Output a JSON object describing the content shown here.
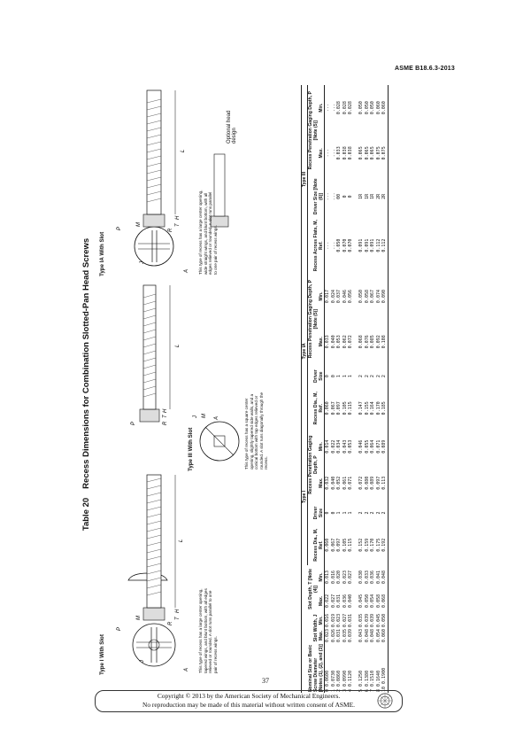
{
  "header": {
    "standard": "ASME B18.6.3-2013"
  },
  "title": {
    "number": "Table 20",
    "text": "Recess Dimensions for Combination Slotted-Pan Head Screws"
  },
  "figures": {
    "type1": {
      "caption": "Type I With Slot",
      "note": "This type of recess has a large center opening, tapered wings, and blunt bottom, with all edges relieved or rounded. A slot runs parallel to one pair of recess wings.",
      "labels": {
        "P": "P",
        "M": "M",
        "A": "A",
        "R": "R",
        "T": "T",
        "H": "H",
        "L": "L",
        "J": "J"
      }
    },
    "type3": {
      "caption": "Type III With Slot",
      "note": "This type of recess has a square center opening, slightly tapered side walls, and a conical bottom with top edges relieved or rounded. A slot runs diagonally through the recess.",
      "labels": {
        "P": "P",
        "M": "M",
        "A": "A",
        "R": "R",
        "T": "T",
        "H": "H",
        "L": "L",
        "J": "J"
      }
    },
    "type1a": {
      "caption": "Type IA With Slot",
      "note": "This type of recess has a large center opening, wide straight wings, and blunt bottom, with all edges relieved or rounded. A slot runs parallel to one pair of recess wings.",
      "optional": "Optional head design",
      "labels": {
        "P": "P",
        "M": "M",
        "A": "A",
        "R": "R",
        "T": "T",
        "H": "H",
        "L": "L",
        "J": "J"
      }
    }
  },
  "table": {
    "group_headers": {
      "type1": "Type I",
      "type1a": "Type IA",
      "type3": "Type III"
    },
    "headers": {
      "nominal": "Nominal Size or Basic Screw Diameter [Notes (1), (2), and (3)]",
      "slot_width": "Slot Width, J",
      "slot_depth": "Slot Depth, T [Note (4)]",
      "recess_dia": "Recess Dia., M, Ref.",
      "driver_size": "Driver Size",
      "recess_pen": "Recess Penetration Gaging Depth, P",
      "recess_pen_1a": "Recess Penetration Gaging Depth, P [Note (5)]",
      "across_flats": "Recess Across Flats, M, Ref.",
      "driver_size_note": "Driver Size [Note (6)]",
      "recess_pen_3": "Recess Penetration Gaging Depth, P [Note (5)]",
      "max": "Max.",
      "min": "Min."
    },
    "rows": [
      [
        "0  0.0600",
        "0.023",
        "0.016",
        "0.022",
        "0.013",
        "0.060",
        "0",
        "0.032",
        "0.014",
        "0.060",
        "0",
        "0.033",
        "0.017",
        "...",
        "...",
        "...",
        "..."
      ],
      [
        "1  0.0730",
        "0.026",
        "0.019",
        "0.027",
        "0.016",
        "0.067",
        "0",
        "0.040",
        "0.022",
        "0.067",
        "0",
        "0.040",
        "0.024",
        "...",
        "...",
        "...",
        "..."
      ],
      [
        "2  0.0860",
        "0.031",
        "0.023",
        "0.031",
        "0.020",
        "0.097",
        "1",
        "0.052",
        "0.034",
        "0.097",
        "1",
        "0.053",
        "0.037",
        "0.050",
        "00",
        "0.033",
        "0.028"
      ],
      [
        "3  0.0990",
        "0.035",
        "0.027",
        "0.036",
        "0.023",
        "0.105",
        "1",
        "0.061",
        "0.043",
        "0.105",
        "1",
        "0.062",
        "0.046",
        "0.070",
        "0",
        "0.038",
        "0.028"
      ],
      [
        "4  0.1120",
        "0.039",
        "0.031",
        "0.040",
        "0.027",
        "0.115",
        "1",
        "0.071",
        "0.053",
        "0.115",
        "1",
        "0.072",
        "0.056",
        "0.070",
        "0",
        "0.038",
        "0.028"
      ],
      [
        "5  0.1250",
        "0.043",
        "0.035",
        "0.045",
        "0.030",
        "0.152",
        "2",
        "0.072",
        "0.046",
        "0.147",
        "2",
        "0.068",
        "0.050",
        "0.091",
        "1R",
        "0.065",
        "0.050"
      ],
      [
        "6  0.1380",
        "0.048",
        "0.039",
        "0.050",
        "0.033",
        "0.159",
        "2",
        "0.080",
        "0.055",
        "0.155",
        "2",
        "0.076",
        "0.058",
        "0.091",
        "1R",
        "0.065",
        "0.050"
      ],
      [
        "7  0.1510",
        "0.048",
        "0.039",
        "0.054",
        "0.036",
        "0.170",
        "2",
        "0.089",
        "0.064",
        "0.164",
        "2",
        "0.085",
        "0.067",
        "0.091",
        "1R",
        "0.065",
        "0.050"
      ],
      [
        "8  0.1640",
        "0.054",
        "0.045",
        "0.058",
        "0.041",
        "0.175",
        "2",
        "0.097",
        "0.071",
        "0.170",
        "2",
        "0.092",
        "0.074",
        "0.112",
        "2R",
        "0.075",
        "0.060"
      ],
      [
        "10 0.1900",
        "0.060",
        "0.050",
        "0.068",
        "0.048",
        "0.192",
        "2",
        "0.113",
        "0.089",
        "0.185",
        "2",
        "0.108",
        "0.090",
        "0.112",
        "2R",
        "0.075",
        "0.060"
      ]
    ]
  },
  "page_number": "37",
  "footer": {
    "line1": "Copyright © 2013 by the American Society of Mechanical Engineers.",
    "line2": "No reproduction may be made of this material without written consent of ASME."
  }
}
